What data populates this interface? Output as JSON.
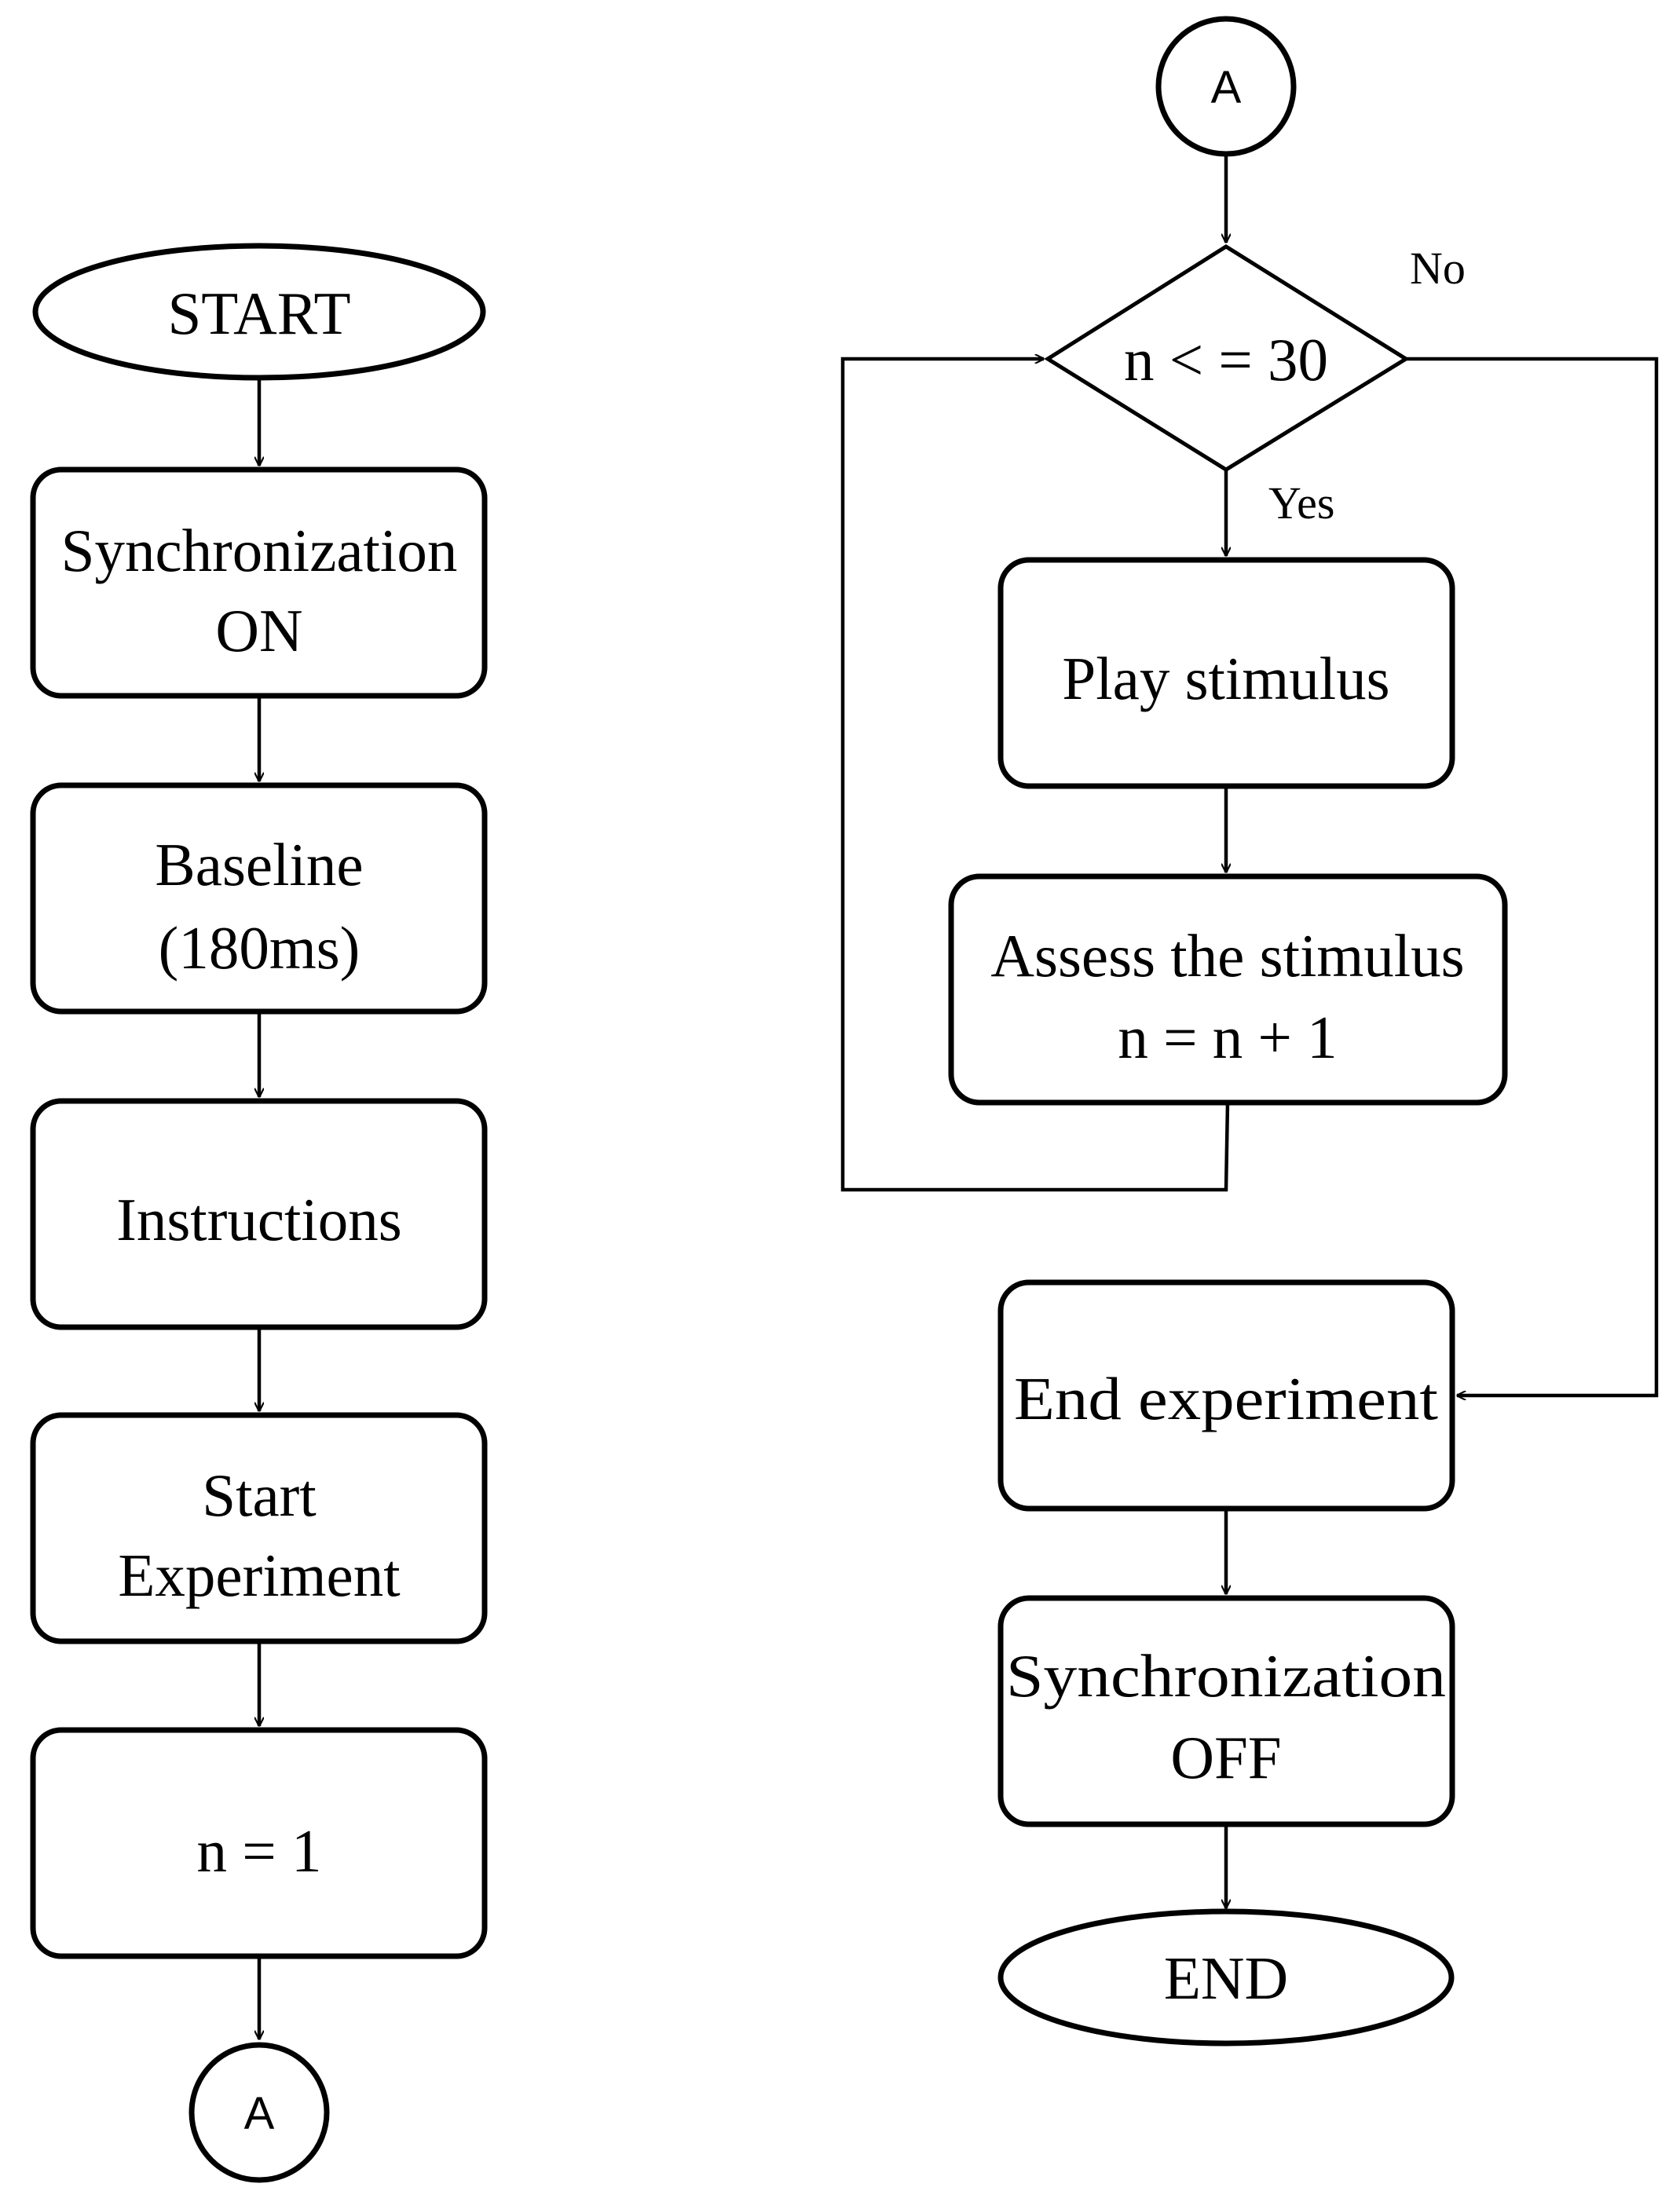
{
  "nodes": {
    "start": {
      "text": "START"
    },
    "sync_on": {
      "line1": "Synchronization",
      "line2": "ON"
    },
    "baseline": {
      "line1": "Baseline",
      "line2": "(180ms)"
    },
    "instructions": {
      "text": "Instructions"
    },
    "start_experiment": {
      "line1": "Start",
      "line2": "Experiment"
    },
    "n_init": {
      "text": "n = 1"
    },
    "connector_out": {
      "text": "A"
    },
    "connector_in": {
      "text": "A"
    },
    "decision": {
      "text": "n < = 30"
    },
    "play": {
      "text": "Play stimulus"
    },
    "assess": {
      "line1": "Assess the stimulus",
      "line2": "n = n + 1"
    },
    "end_experiment": {
      "text": "End experiment"
    },
    "sync_off": {
      "line1": "Synchronization",
      "line2": "OFF"
    },
    "end": {
      "text": "END"
    }
  },
  "edges": {
    "yes_label": "Yes",
    "no_label": "No"
  }
}
